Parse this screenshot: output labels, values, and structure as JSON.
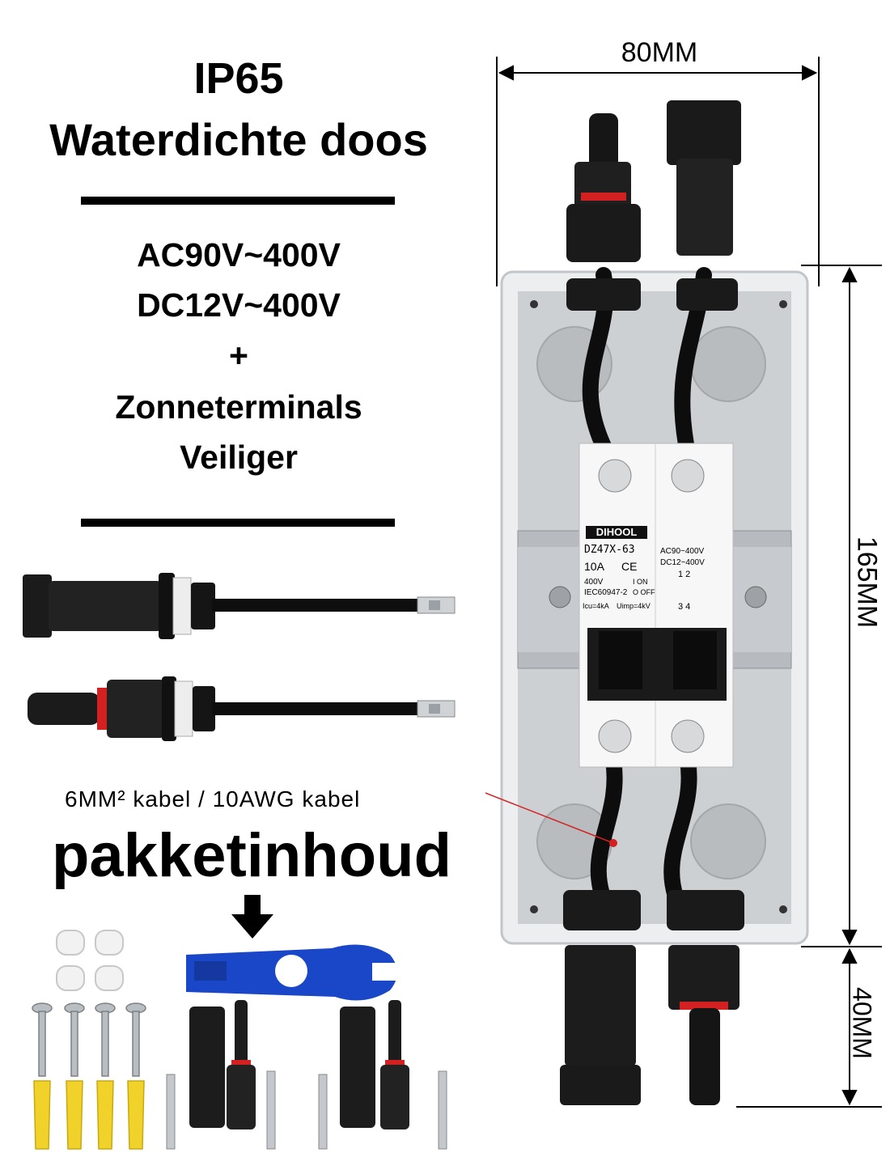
{
  "headline": {
    "line1": "IP65",
    "line2": "Waterdichte doos"
  },
  "specs": {
    "ac": "AC90V~400V",
    "dc": "DC12V~400V",
    "plus": "+",
    "terminals": "Zonneterminals",
    "safer": "Veiliger"
  },
  "cable_caption": "6MM² kabel / 10AWG kabel",
  "package_title": "pakketinhoud",
  "dimensions": {
    "width": "80MM",
    "height": "165MM",
    "connector": "40MM"
  },
  "breaker": {
    "brand": "DIHOOL",
    "model": "DZ47X-63",
    "current": "10A",
    "ce": "CE",
    "voltage": "400V",
    "standard": "IEC60947-2",
    "on": "I ON",
    "off": "O OFF",
    "icu": "Icu=4kA",
    "uimp": "Uimp=4kV",
    "ac_range": "AC90~400V",
    "dc_range": "DC12~400V",
    "poles_top": "1 2",
    "poles_bottom": "3 4"
  },
  "colors": {
    "accent_red": "#d32020",
    "wrench_blue": "#1a46c8",
    "plug_yellow": "#f0d22a",
    "enclosure_grey": "#c9cccf"
  }
}
